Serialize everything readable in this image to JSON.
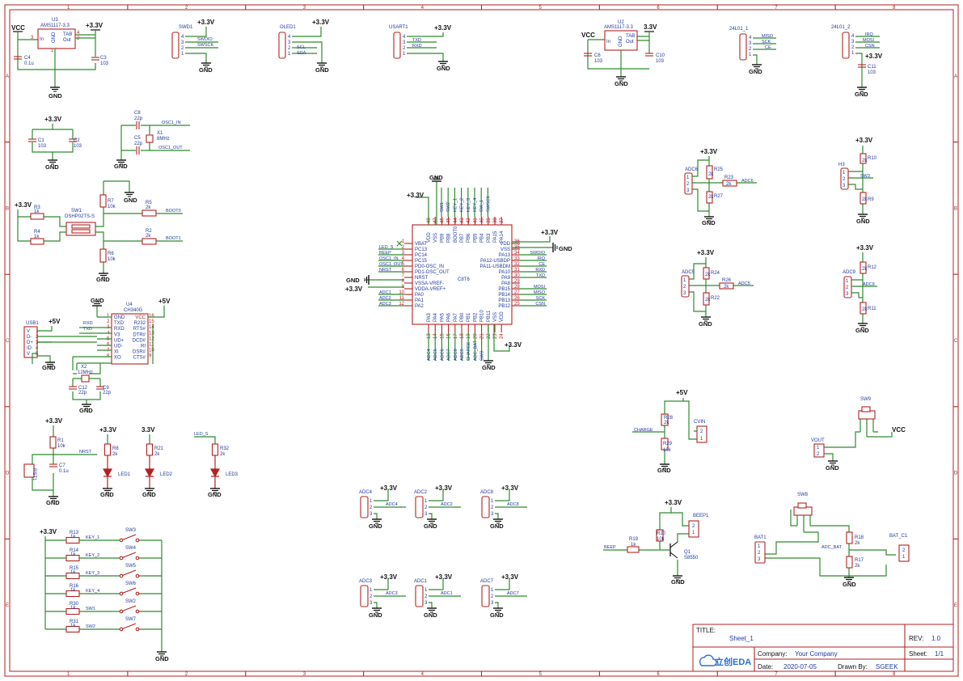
{
  "border": {
    "columns": [
      "1",
      "2",
      "3",
      "4",
      "5",
      "6",
      "7",
      "8"
    ],
    "rows": [
      "A",
      "B",
      "C",
      "D",
      "E"
    ]
  },
  "power": {
    "p33": "+3.3V",
    "p33b": "3.3V",
    "vcc": "VCC",
    "p5": "+5V",
    "gnd": "GND"
  },
  "regulators": [
    {
      "ref": "U3",
      "part": "AMS1117-3.3",
      "pin_in": "In",
      "pin_gnd": "GND",
      "pin_tab": "TAB",
      "pin_out": "Out"
    },
    {
      "ref": "U2",
      "part": "AMS1117-3.3",
      "pin_in": "In",
      "pin_gnd": "GND",
      "pin_tab": "TAB",
      "pin_out": "Out"
    }
  ],
  "caps": {
    "c4": [
      "C4",
      "0.1u"
    ],
    "c3": [
      "C3",
      "103"
    ],
    "c6": [
      "C6",
      "103"
    ],
    "c10": [
      "C10",
      "103"
    ],
    "c1": [
      "C1",
      "103"
    ],
    "c2": [
      "C2",
      "103"
    ],
    "c8": [
      "C8",
      "22p"
    ],
    "c5": [
      "C5",
      "22p"
    ],
    "c11": [
      "C11",
      "103"
    ],
    "c7": [
      "C7",
      "0.1u"
    ],
    "c12": [
      "C12",
      "22p"
    ],
    "c9": [
      "C9",
      "22p"
    ]
  },
  "crystals": {
    "x1": [
      "X1",
      "8MHz"
    ],
    "x2": [
      "X2",
      "12MHz"
    ]
  },
  "osc_nets": [
    "OSC1_IN",
    "OSC1_OUT"
  ],
  "headers": {
    "swd1": {
      "ref": "SWD1",
      "nets": [
        "SWDIO",
        "SWSCK"
      ]
    },
    "oled1": {
      "ref": "OLED1",
      "nets": [
        "SCL",
        "SDA"
      ]
    },
    "usart1": {
      "ref": "USART1",
      "nets": [
        "TXD",
        "RXD"
      ]
    },
    "l1": {
      "ref": "24L01_1",
      "nets": [
        "MISO",
        "SCK",
        "CE"
      ]
    },
    "l2": {
      "ref": "24L01_2",
      "nets": [
        "IRQ",
        "MOSI",
        "CSN"
      ]
    }
  },
  "sw1": {
    "ref": "SW1",
    "part": "DSHP02TS-S",
    "r3": [
      "R3",
      "1k"
    ],
    "r4": [
      "R4",
      "1k"
    ],
    "r7": [
      "R7",
      "10k"
    ],
    "r6": [
      "R6",
      "10k"
    ],
    "r5": [
      "R5",
      "2k"
    ],
    "r2": [
      "R2",
      "2k"
    ],
    "nets": [
      "BOOT0",
      "BOOT1"
    ]
  },
  "mcu": {
    "ref": "C8T6",
    "top_pins": [
      "48",
      "47",
      "46",
      "45",
      "44",
      "43",
      "42",
      "41",
      "40",
      "39",
      "38",
      "37"
    ],
    "top_names": [
      "VDD",
      "VSS",
      "PB9",
      "PB8",
      "BOOT0",
      "PB7",
      "PB6",
      "PB5",
      "PB4",
      "PB3",
      "PA15",
      "PA14"
    ],
    "top_nets": [
      "SW1",
      "SW2",
      "KEY_1",
      "KEY_2",
      "KEY_3",
      "KEY_4",
      "SW_1",
      "SWSCK"
    ],
    "left_pins": [
      "1",
      "2",
      "3",
      "4",
      "5",
      "6",
      "7",
      "8",
      "9",
      "10",
      "11",
      "12"
    ],
    "left_names": [
      "VBAT",
      "PC13",
      "PC14",
      "PC15",
      "PD0-OSC_IN",
      "PD1-OSC_OUT",
      "NRST",
      "VSSA-VREF-",
      "VDDA-VREF+",
      "PA0",
      "PA1",
      "PA2"
    ],
    "left_nets": [
      "LED_S",
      "BEEP",
      "OSC1_IN",
      "OSC1_OUT",
      "NRST",
      "",
      "",
      "",
      "ADC1",
      "ADC2",
      "ADC3"
    ],
    "right_pins": [
      "36",
      "35",
      "34",
      "33",
      "32",
      "31",
      "30",
      "29",
      "28",
      "27",
      "26",
      "25"
    ],
    "right_names": [
      "VDD",
      "VSS",
      "PA13",
      "PA12-USBDP",
      "PA11-USBDM",
      "PA10",
      "PA9",
      "PA8",
      "PB15",
      "PB14",
      "PB13",
      "PB12"
    ],
    "right_nets": [
      "",
      "",
      "SWDIO",
      "IRQ",
      "CE",
      "RXD",
      "TXD",
      "",
      "MOSI",
      "MISO",
      "SCK",
      "CSN"
    ],
    "bottom_pins": [
      "13",
      "14",
      "15",
      "16",
      "17",
      "18",
      "19",
      "20",
      "21",
      "22",
      "23",
      "24"
    ],
    "bottom_names": [
      "PA3",
      "PA4",
      "PA5",
      "PA6",
      "PA7",
      "PB0",
      "PB1",
      "PB2",
      "PB10",
      "PB11",
      "VSS",
      "VDD"
    ],
    "bottom_nets": [
      "ADC4",
      "ADC5",
      "ADC6",
      "ADC7",
      "ADC8",
      "ADC9",
      "CHARGE",
      "ADC_BAT",
      "SW3"
    ]
  },
  "pots": [
    {
      "ref": "ADC6",
      "r_top": [
        "R25",
        "2k"
      ],
      "r_bot": [
        "R27",
        "2k"
      ],
      "r_out": [
        "R23",
        "2k"
      ],
      "net": "ADC6"
    },
    {
      "ref": "ADC5",
      "r_top": [
        "R24",
        "2k"
      ],
      "r_bot": [
        "R22",
        "2k"
      ],
      "r_out": [
        "R26",
        "2k"
      ],
      "net": "ADC5"
    }
  ],
  "h3": {
    "ref": "H3",
    "r_top": [
      "R10",
      "2k"
    ],
    "r_bot": [
      "R9",
      "2k"
    ],
    "net": "SW3"
  },
  "adc9": {
    "ref": "ADC9",
    "r_top": [
      "R12",
      "2k"
    ],
    "r_bot": [
      "R11",
      "2k"
    ],
    "net": "ADC9"
  },
  "usb": {
    "ref": "USB1",
    "pins": [
      "V",
      "D-",
      "D+",
      "ID",
      "V"
    ],
    "chip": "U4",
    "part": "CH340G",
    "left_names": [
      "GND",
      "TXD",
      "RXD",
      "V3",
      "UD+",
      "UD-",
      "XI",
      "XO"
    ],
    "left_pins": [
      "1",
      "2",
      "3",
      "4",
      "5",
      "6",
      "7",
      "8"
    ],
    "right_names": [
      "VCC",
      "R232",
      "RTS#",
      "DTR#",
      "DCD#",
      "RI",
      "DSR#",
      "CTS#"
    ],
    "right_pins": [
      "16",
      "15",
      "14",
      "13",
      "12",
      "11",
      "10",
      "9"
    ],
    "nets": [
      "RXD",
      "TXD"
    ]
  },
  "reset": {
    "ref": "RST1",
    "r1": [
      "R1",
      "10k"
    ],
    "net": "NRST"
  },
  "leds": [
    {
      "r": [
        "R8",
        "2k"
      ],
      "led": "LED1",
      "supply": "+3.3V"
    },
    {
      "r": [
        "R21",
        "2k"
      ],
      "led": "LED2",
      "supply": "3.3V"
    },
    {
      "r": [
        "R32",
        "2k"
      ],
      "led": "LED3",
      "supply": "LED_S"
    }
  ],
  "keys": [
    {
      "r": [
        "R13",
        "1k"
      ],
      "net": "KEY_1",
      "sw": "SW3"
    },
    {
      "r": [
        "R14",
        "1k"
      ],
      "net": "KEY_2",
      "sw": "SW4"
    },
    {
      "r": [
        "R15",
        "1k"
      ],
      "net": "KEY_3",
      "sw": "SW5"
    },
    {
      "r": [
        "R16",
        "1k"
      ],
      "net": "KEY_4",
      "sw": "SW6"
    },
    {
      "r": [
        "R30",
        "1k"
      ],
      "net": "SW1",
      "sw": "SW2"
    },
    {
      "r": [
        "R31",
        "1k"
      ],
      "net": "SW2",
      "sw": "SW7"
    }
  ],
  "adc_headers": [
    "ADC4",
    "ADC2",
    "ADC8",
    "ADC3",
    "ADC1",
    "ADC7"
  ],
  "charge": {
    "r28": [
      "R28",
      "2k"
    ],
    "r29": [
      "R29",
      "10k"
    ],
    "net": "CHARGE",
    "conn": "CVIN"
  },
  "sw9": {
    "ref": "SW9",
    "vout": "VOUT"
  },
  "beep": {
    "ref": "BEEP1",
    "r19": [
      "R19",
      "1k"
    ],
    "r20": [
      "R20",
      "10k"
    ],
    "q": [
      "Q1",
      "S8550"
    ],
    "net": "BEEP"
  },
  "battery": {
    "sw": "SW8",
    "bat": "BAT1",
    "batc": "BAT_C1",
    "net": "ADC_BAT",
    "r18": [
      "R18",
      "2k"
    ],
    "r17": [
      "R17",
      "2k"
    ]
  },
  "title_block": {
    "title_label": "TITLE:",
    "title": "Sheet_1",
    "rev_label": "REV:",
    "rev": "1.0",
    "company_label": "Company:",
    "company": "Your Company",
    "sheet_label": "Sheet:",
    "sheet": "1/1",
    "date_label": "Date:",
    "date": "2020-07-05",
    "drawn_label": "Drawn By:",
    "drawn": "SGEEK",
    "logo": "立创EDA"
  }
}
